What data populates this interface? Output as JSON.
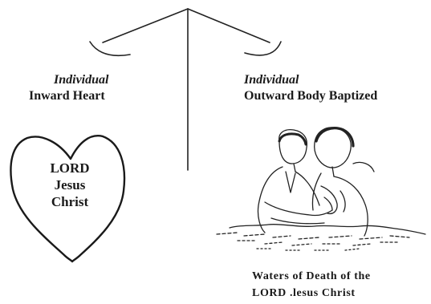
{
  "left_label": {
    "line1": "Individual",
    "line2": "Inward Heart"
  },
  "right_label": {
    "line1": "Individual",
    "line2": "Outward Body Baptized"
  },
  "heart": {
    "line1": "LORD",
    "line2": "Jesus",
    "line3": "Christ"
  },
  "caption": {
    "line1": "Waters of Death of the",
    "line2": "LORD .lesus Christ"
  },
  "icons": {
    "scale": "balance-scale-icon",
    "heart": "heart-outline-icon",
    "illustration": "baptism-figures-icon"
  }
}
